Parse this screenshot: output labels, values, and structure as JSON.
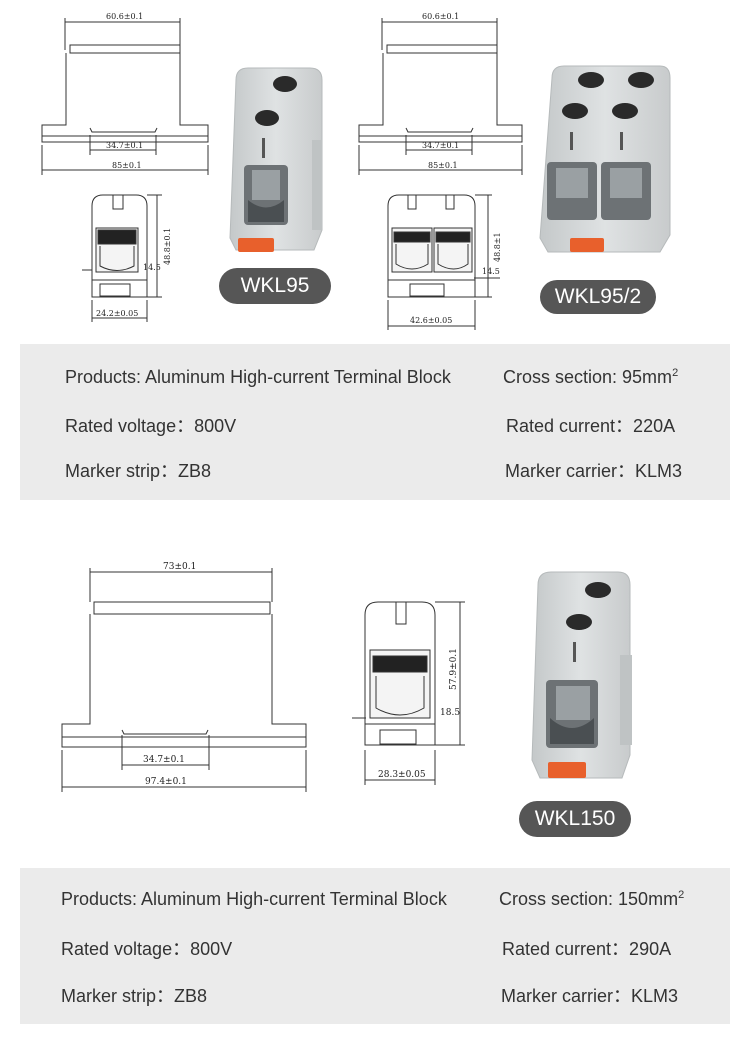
{
  "models": [
    {
      "name": "WKL95",
      "dims": {
        "top_width": "60.6±0.1",
        "rail": "34.7±0.1",
        "base": "85±0.1",
        "height": "48.8±0.1",
        "side": "14.5",
        "width": "24.2±0.05"
      },
      "specs": {
        "products": "Products: Aluminum High-current Terminal Block",
        "cross_section": "Cross section: 95mm",
        "cross_section_sup": "2",
        "rated_voltage": "Rated voltage：800V",
        "rated_current": "Rated current：220A",
        "marker_strip": "Marker strip：ZB8",
        "marker_carrier": "Marker carrier：KLM3"
      }
    },
    {
      "name": "WKL95/2",
      "dims": {
        "top_width": "60.6±0.1",
        "rail": "34.7±0.1",
        "base": "85±0.1",
        "height": "48.8±1",
        "side": "14.5",
        "width": "42.6±0.05"
      }
    },
    {
      "name": "WKL150",
      "dims": {
        "top_width": "73±0.1",
        "rail": "34.7±0.1",
        "base": "97.4±0.1",
        "height": "57.9±0.1",
        "side": "18.5",
        "width": "28.3±0.05"
      },
      "specs": {
        "products": "Products: Aluminum High-current Terminal Block",
        "cross_section": "Cross section: 150mm",
        "cross_section_sup": "2",
        "rated_voltage": "Rated voltage：800V",
        "rated_current": "Rated current：290A",
        "marker_strip": "Marker strip：ZB8",
        "marker_carrier": "Marker carrier：KLM3"
      }
    }
  ],
  "colors": {
    "housing": "#d4d7d8",
    "spec_band": "#ebebeb",
    "pill": "#565656",
    "marker": "#e8602c"
  }
}
